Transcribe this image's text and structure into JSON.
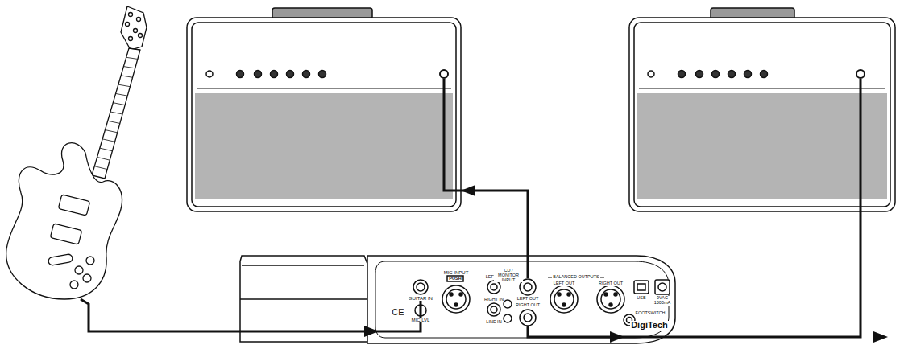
{
  "diagram": {
    "labels": [
      "GUITAR IN",
      "MIC LVL",
      "MIC INPUT",
      "PUSH",
      "CE",
      "LEFT IN",
      "RIGHT IN",
      "LINE IN",
      "CD / MONITOR INPUT",
      "LEFT OUT",
      "RIGHT OUT",
      "BALANCED OUTPUTS",
      "LEFT OUT",
      "RIGHT OUT",
      "USB",
      "9VAC 1300mA",
      "FOOTSWITCH",
      "DigiTech"
    ]
  }
}
